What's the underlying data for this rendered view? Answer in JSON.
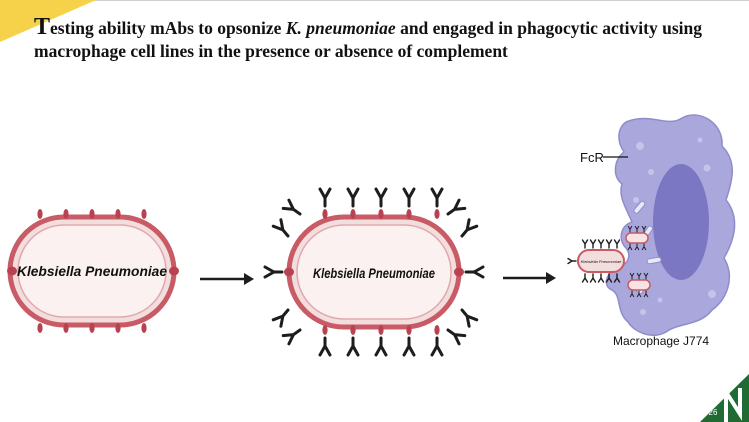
{
  "title": {
    "cap": "T",
    "part1": "esting ability mAbs to opsonize ",
    "italic": "K. pneumoniae",
    "part2": " and engaged in phagocytic activity using macrophage cell lines in the presence or absence of complement"
  },
  "bacterium_label": "Klebsiella Pneumoniae",
  "opsonized_label": "Klebsiella Pneumoniae",
  "small_bacterium_label": "Klebsiella Pneumoniae",
  "receptor_label": "FcR",
  "macrophage_label": "Macrophage J774",
  "page_number": "26",
  "logo_letter": "N",
  "colors": {
    "accent_yellow": "#f6d24a",
    "bacterium_fill": "#f3dede",
    "bacterium_ring": "#c85b66",
    "macrophage": "#a9a7dc",
    "nucleus": "#7b77c3",
    "antibody": "#1d1d1d",
    "logo_green": "#1f6b33"
  }
}
